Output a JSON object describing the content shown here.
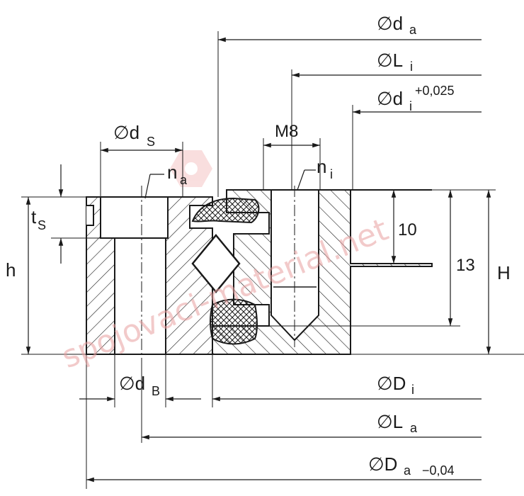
{
  "drawing": {
    "labels": {
      "da": {
        "sym": "∅d",
        "sub": "a",
        "sup": ""
      },
      "Li": {
        "sym": "∅L",
        "sub": "i",
        "sup": ""
      },
      "di": {
        "sym": "∅d",
        "sub": "i",
        "sup": "+0,025"
      },
      "M8": {
        "text": "M8"
      },
      "dS": {
        "sym": "∅d",
        "sub": "S"
      },
      "ni": {
        "sym": "n",
        "sub": "i"
      },
      "na": {
        "sym": "n",
        "sub": "a"
      },
      "tS": {
        "sym": "t",
        "sub": "S"
      },
      "h": {
        "text": "h"
      },
      "H": {
        "text": "H"
      },
      "d10": {
        "text": "10"
      },
      "d13": {
        "text": "13"
      },
      "Di": {
        "sym": "∅D",
        "sub": "i"
      },
      "dB": {
        "sym": "∅d",
        "sub": "B"
      },
      "La": {
        "sym": "∅L",
        "sub": "a"
      },
      "Da": {
        "sym": "∅D",
        "sub": "a",
        "tol": "−0,04"
      }
    },
    "watermark": "spojovaci-material.net",
    "colors": {
      "line": "#1a1a1a",
      "watermark": "#e8a0a0",
      "logo": "#f2b8b8"
    }
  }
}
